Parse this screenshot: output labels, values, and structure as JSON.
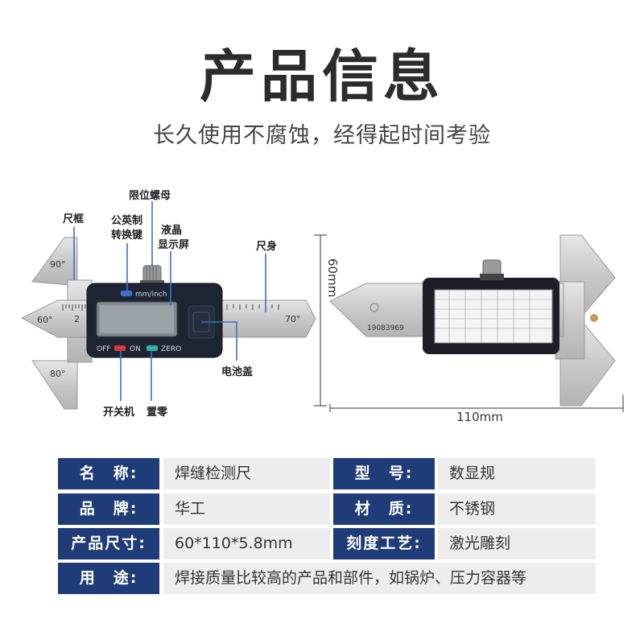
{
  "header": {
    "title": "产品信息",
    "subtitle": "长久使用不腐蚀，经得起时间考验"
  },
  "callouts": {
    "frame": "尺框",
    "unit_key_line1": "公英制",
    "unit_key_line2": "转换键",
    "limit_nut": "限位螺母",
    "lcd_line1": "液晶",
    "lcd_line2": "显示屏",
    "body": "尺身",
    "battery_cover": "电池盖",
    "power": "开关机",
    "zero": "置零"
  },
  "gauge_front": {
    "angle_90": "90°",
    "angle_60": "60°",
    "angle_80": "80°",
    "angle_70": "70°",
    "scale_mark": "2",
    "unit_button_label": "mm/inch",
    "off_label": "OFF",
    "on_label": "ON",
    "zero_label": "ZERO"
  },
  "gauge_back": {
    "serial": "19083969",
    "width_dim": "110mm",
    "height_dim": "60mm"
  },
  "specs": [
    {
      "k1": "名　称:",
      "v1": "焊缝检测尺",
      "k2": "型　号:",
      "v2": "数显规"
    },
    {
      "k1": "品　牌:",
      "v1": "华工",
      "k2": "材　质:",
      "v2": "不锈钢"
    },
    {
      "k1": "产品尺寸:",
      "v1": "60*110*5.8mm",
      "k2": "刻度工艺:",
      "v2": "激光雕刻"
    },
    {
      "k1": "用　途:",
      "v1": "焊接质量比较高的产品和部件，如锅炉、压力容器等"
    }
  ],
  "colors": {
    "key_bg": "#1f3c78",
    "val_bg": "#eeeeee",
    "accent_blue": "#3b6fd0"
  }
}
